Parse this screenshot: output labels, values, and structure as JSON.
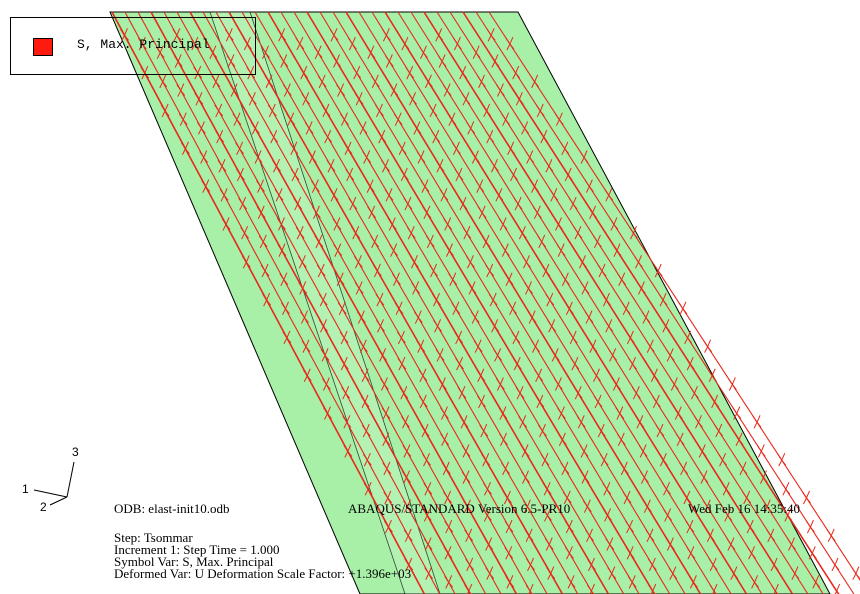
{
  "legend": {
    "label": "S, Max. Principal",
    "swatch_color": "#ff1a10"
  },
  "colors": {
    "model_fill": "#a8f0a8",
    "model_edge": "#000000",
    "vector_color": "#e8281a",
    "background": "#ffffff"
  },
  "triad": {
    "axis1": "1",
    "axis2": "2",
    "axis3": "3",
    "icon": "coordinate-triad-icon"
  },
  "info": {
    "odb": "ODB: elast-init10.odb",
    "solver": "ABAQUS/STANDARD Version 6.5-PR10",
    "date": "Wed Feb 16 14:35:40",
    "step": "Step: Tsommar",
    "increment": "Increment      1: Step Time =    1.000",
    "symbol_var": "Symbol Var: S, Max. Principal",
    "deformed_var": "Deformed Var: U   Deformation Scale Factor: +1.396e+03"
  }
}
